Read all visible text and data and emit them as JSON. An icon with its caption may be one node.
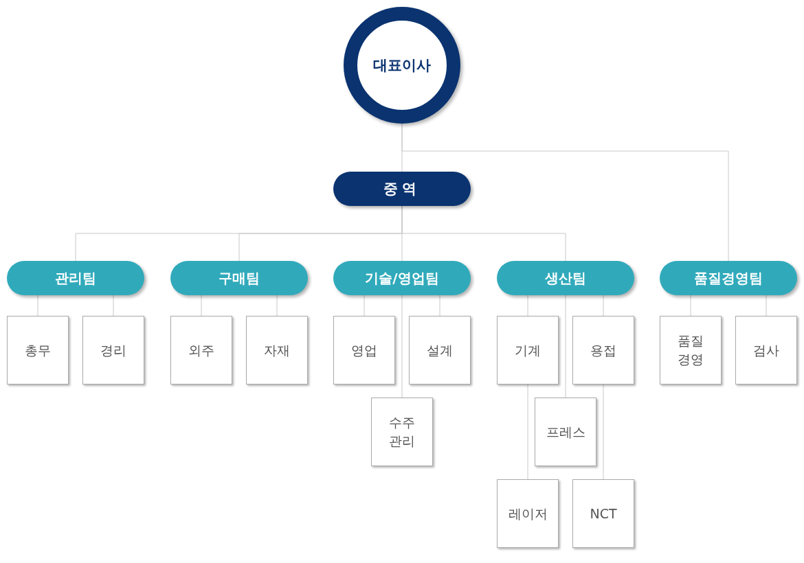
{
  "diagram": {
    "nodes": [
      {
        "text": [
          "대표이사"
        ]
      },
      {
        "text": [
          "중역"
        ]
      },
      {
        "text": [
          "관리팀"
        ]
      },
      {
        "text": [
          "구매팀"
        ]
      },
      {
        "text": [
          "기술/영업팀"
        ]
      },
      {
        "text": [
          "생산팀"
        ]
      },
      {
        "text": [
          "품질경영팀"
        ]
      },
      {
        "text": [
          "총무"
        ]
      },
      {
        "text": [
          "경리"
        ]
      },
      {
        "text": [
          "외주"
        ]
      },
      {
        "text": [
          "자재"
        ]
      },
      {
        "text": [
          "영업"
        ]
      },
      {
        "text": [
          "설계"
        ]
      },
      {
        "text": [
          "수주 관리"
        ]
      },
      {
        "text": [
          "기계"
        ]
      },
      {
        "text": [
          "용접"
        ]
      },
      {
        "text": [
          "프레스"
        ]
      },
      {
        "text": [
          "레이저"
        ]
      },
      {
        "text": [
          "NCT"
        ]
      },
      {
        "text": [
          "품질 경영"
        ]
      },
      {
        "text": [
          "검사"
        ]
      }
    ],
    "edges": [
      {
        "from": 0,
        "to": 1,
        "arrow": "none"
      },
      {
        "from": 0,
        "to": 6,
        "arrow": "none"
      },
      {
        "from": 1,
        "to": 2,
        "arrow": "none"
      },
      {
        "from": 1,
        "to": 3,
        "arrow": "none"
      },
      {
        "from": 1,
        "to": 4,
        "arrow": "none"
      },
      {
        "from": 1,
        "to": 5,
        "arrow": "none"
      },
      {
        "from": 2,
        "to": 7,
        "arrow": "none"
      },
      {
        "from": 2,
        "to": 8,
        "arrow": "none"
      },
      {
        "from": 3,
        "to": 9,
        "arrow": "none"
      },
      {
        "from": 3,
        "to": 10,
        "arrow": "none"
      },
      {
        "from": 4,
        "to": 11,
        "arrow": "none"
      },
      {
        "from": 4,
        "to": 12,
        "arrow": "none"
      },
      {
        "from": 4,
        "to": 13,
        "arrow": "none"
      },
      {
        "from": 5,
        "to": 14,
        "arrow": "none"
      },
      {
        "from": 5,
        "to": 15,
        "arrow": "none"
      },
      {
        "from": 5,
        "to": 16,
        "arrow": "none"
      },
      {
        "from": 14,
        "to": 17,
        "arrow": "none"
      },
      {
        "from": 15,
        "to": 18,
        "arrow": "none"
      },
      {
        "from": 6,
        "to": 19,
        "arrow": "none"
      },
      {
        "from": 6,
        "to": 20,
        "arrow": "none"
      }
    ]
  }
}
